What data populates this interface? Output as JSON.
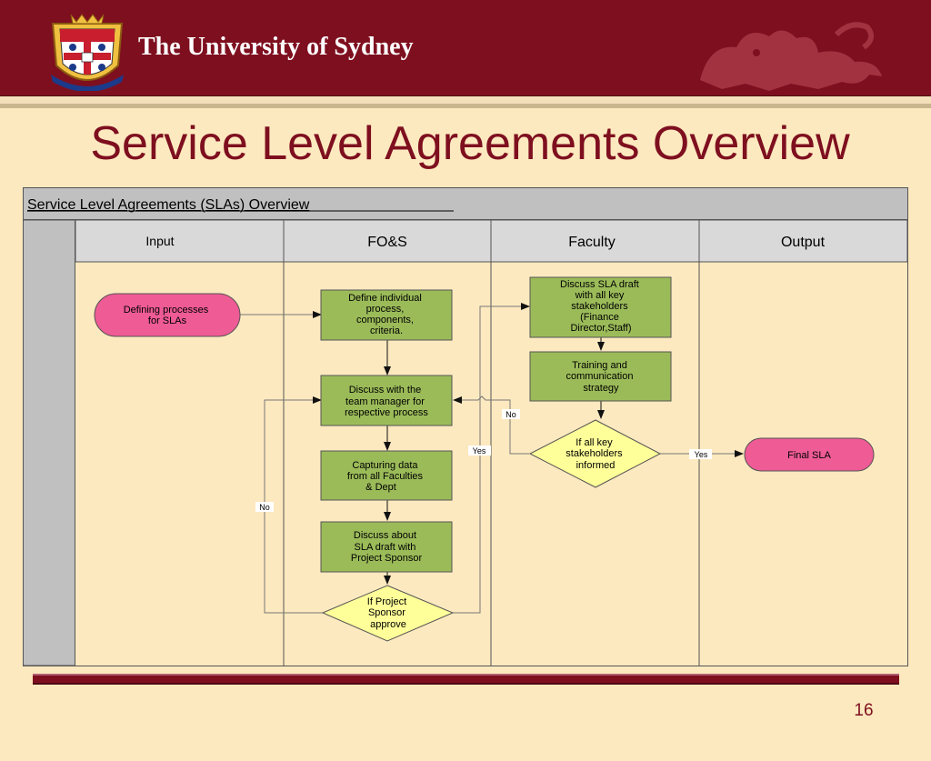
{
  "header": {
    "university_name": "The University of Sydney"
  },
  "slide": {
    "title": "Service Level Agreements Overview",
    "page_number": "16"
  },
  "diagram": {
    "table_title": "Service Level Agreements (SLAs) Overview",
    "lanes": [
      "Input",
      "FO&S",
      "Faculty",
      "Output"
    ],
    "nodes": {
      "defining": [
        "Defining processes",
        "for SLAs"
      ],
      "define_individual": [
        "Define individual",
        "process,",
        "components,",
        "criteria."
      ],
      "discuss_team": [
        "Discuss with the",
        "team manager for",
        "respective process"
      ],
      "capturing": [
        "Capturing data",
        "from all Faculties",
        "& Dept"
      ],
      "discuss_sponsor": [
        "Discuss about",
        "SLA draft with",
        "Project Sponsor"
      ],
      "if_sponsor": [
        "If Project",
        "Sponsor",
        "approve"
      ],
      "discuss_draft": [
        "Discuss SLA draft",
        "with all key",
        "stakeholders",
        "(Finance",
        "Director,Staff)"
      ],
      "training": [
        "Training and",
        "communication",
        "strategy"
      ],
      "if_stakeholders": [
        "If all key",
        "stakeholders",
        "informed"
      ],
      "final_sla": [
        "Final SLA"
      ]
    },
    "edge_labels": {
      "yes_sponsor": "Yes",
      "no_sponsor": "No",
      "no_stakeholders": "No",
      "yes_stakeholders": "Yes"
    }
  },
  "colors": {
    "brand_red": "#7e0f1f",
    "background": "#fde9bf",
    "process_green": "#9bbb59",
    "decision_yellow": "#ffff99",
    "terminal_pink": "#ee5b95",
    "lane_header_gray": "#d9d9d9"
  }
}
